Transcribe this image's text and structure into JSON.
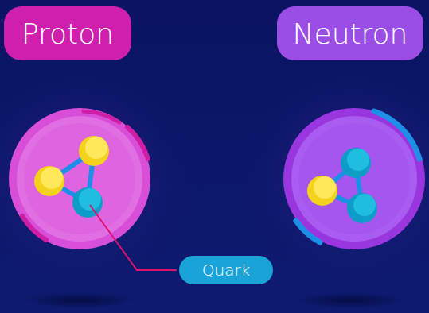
{
  "diagram": {
    "nodes": [
      {
        "text": [
          "Proton"
        ]
      },
      {
        "text": [
          "Neutron"
        ]
      },
      {
        "text": [
          "Quark"
        ]
      }
    ]
  }
}
